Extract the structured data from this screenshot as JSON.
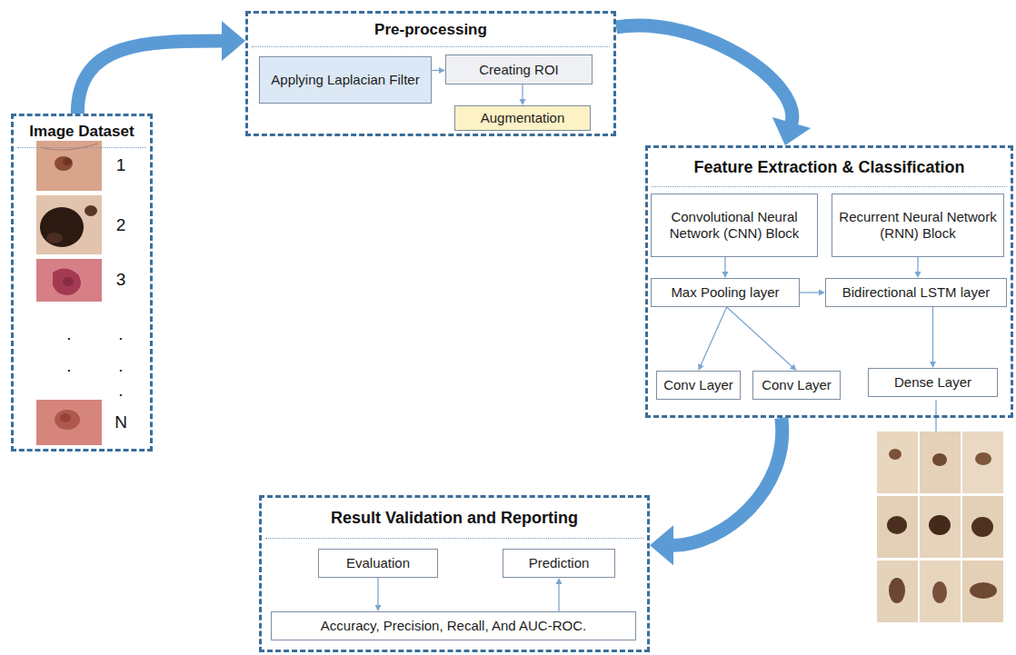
{
  "diagram": {
    "nodes": [
      {
        "text": [
          "Image Dataset"
        ]
      },
      {
        "text": [
          "Pre-processing"
        ]
      },
      {
        "text": [
          "Applying Laplacian Filter"
        ],
        "in": 1
      },
      {
        "text": [
          "Creating ROI"
        ],
        "in": 1
      },
      {
        "text": [
          "Augmentation"
        ],
        "in": 1
      },
      {
        "text": [
          "Feature Extraction & Classification"
        ]
      },
      {
        "text": [
          "Convolutional Neural Network (CNN) Block"
        ],
        "in": 5
      },
      {
        "text": [
          "Recurrent Neural Network (RNN) Block"
        ],
        "in": 5
      },
      {
        "text": [
          "Max Pooling layer"
        ],
        "in": 5
      },
      {
        "text": [
          "Bidirectional LSTM layer"
        ],
        "in": 5
      },
      {
        "text": [
          "Conv Layer"
        ],
        "in": 5
      },
      {
        "text": [
          "Conv Layer"
        ],
        "in": 5
      },
      {
        "text": [
          "Dense Layer"
        ],
        "in": 5
      },
      {
        "text": [
          "Result Validation and Reporting"
        ]
      },
      {
        "text": [
          "Evaluation"
        ],
        "in": 13
      },
      {
        "text": [
          "Prediction"
        ],
        "in": 13
      },
      {
        "text": [
          "Accuracy, Precision, Recall, And AUC-ROC."
        ],
        "in": 13
      }
    ],
    "edges": [
      {
        "from": 0,
        "to": 1,
        "arrow": "to"
      },
      {
        "from": 2,
        "to": 3,
        "arrow": "to"
      },
      {
        "from": 3,
        "to": 4,
        "arrow": "to"
      },
      {
        "from": 1,
        "to": 5,
        "arrow": "to"
      },
      {
        "from": 6,
        "to": 8,
        "arrow": "to"
      },
      {
        "from": 7,
        "to": 9,
        "arrow": "to"
      },
      {
        "from": 8,
        "to": 9,
        "arrow": "to"
      },
      {
        "from": 8,
        "to": 10,
        "arrow": "to"
      },
      {
        "from": 8,
        "to": 11,
        "arrow": "to"
      },
      {
        "from": 9,
        "to": 12,
        "arrow": "to"
      },
      {
        "from": 5,
        "to": 13,
        "arrow": "to"
      },
      {
        "from": 14,
        "to": 16,
        "arrow": "to"
      },
      {
        "from": 16,
        "to": 15,
        "arrow": "to"
      }
    ],
    "labels": [
      "1",
      "2",
      "3",
      ".",
      ".",
      ".",
      ".",
      ".",
      "N"
    ]
  }
}
